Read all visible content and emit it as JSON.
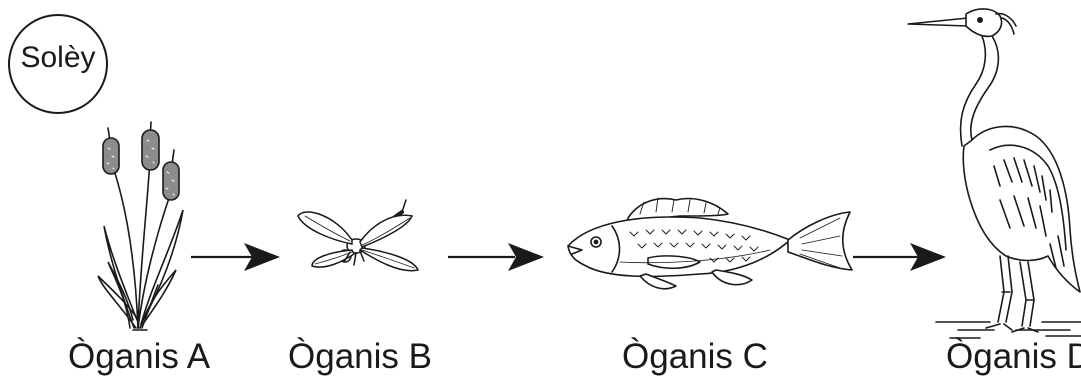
{
  "sun": {
    "label": "Solèy"
  },
  "organisms": [
    {
      "label": "Òganis A",
      "icon": "cattail-icon"
    },
    {
      "label": "Òganis B",
      "icon": "dragonfly-icon"
    },
    {
      "label": "Òganis C",
      "icon": "fish-icon"
    },
    {
      "label": "Òganis D",
      "icon": "heron-icon"
    }
  ],
  "colors": {
    "ink": "#1a1a1a",
    "background": "#ffffff",
    "cattail_head": "#8c8c8c"
  }
}
